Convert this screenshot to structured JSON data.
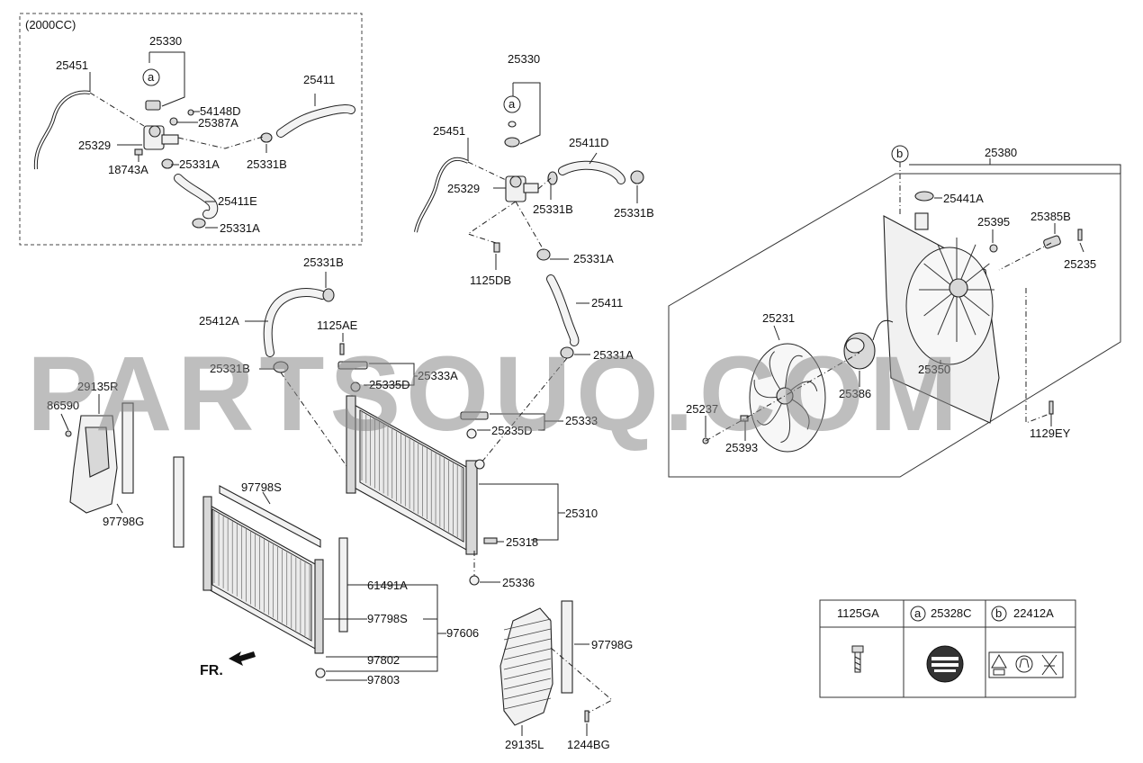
{
  "diagram": {
    "inset_title": "(2000CC)",
    "front_marker": "FR.",
    "watermark": "PARTSOUQ.COM",
    "callouts": {
      "a": "a",
      "b": "b"
    },
    "labels": {
      "i25330": "25330",
      "i25451": "25451",
      "i54148D": "54148D",
      "i25387A": "25387A",
      "i25411": "25411",
      "i25329": "25329",
      "i25331A_1": "25331A",
      "i25331B_1": "25331B",
      "i18743A": "18743A",
      "i25411E": "25411E",
      "i25331A_2": "25331A",
      "m25330": "25330",
      "m25451": "25451",
      "m25411D": "25411D",
      "m25329": "25329",
      "m25331B_a": "25331B",
      "m25331B_b": "25331B",
      "m1125DB": "1125DB",
      "m25331A_a": "25331A",
      "m25411": "25411",
      "l25331B_top": "25331B",
      "l25412A": "25412A",
      "l1125AE": "1125AE",
      "l25331B_mid": "25331B",
      "l25333A": "25333A",
      "l25335D_a": "25335D",
      "l25331A_b": "25331A",
      "l29135R": "29135R",
      "l86590": "86590",
      "l25333": "25333",
      "l25335D_b": "25335D",
      "l97798S_a": "97798S",
      "l97798G_a": "97798G",
      "l25310": "25310",
      "l25318": "25318",
      "l25336": "25336",
      "l61491A": "61491A",
      "l97798S_b": "97798S",
      "l97606": "97606",
      "l97802": "97802",
      "l97803": "97803",
      "l97798G_b": "97798G",
      "l29135L": "29135L",
      "l1244BG": "1244BG",
      "f25380": "25380",
      "f25441A": "25441A",
      "f25395": "25395",
      "f25385B": "25385B",
      "f25235": "25235",
      "f25231": "25231",
      "f25350": "25350",
      "f25386": "25386",
      "f25237": "25237",
      "f25393": "25393",
      "f1129EY": "1129EY"
    },
    "legend": {
      "col1": "1125GA",
      "col2_letter": "a",
      "col2": "25328C",
      "col3_letter": "b",
      "col3": "22412A"
    }
  }
}
